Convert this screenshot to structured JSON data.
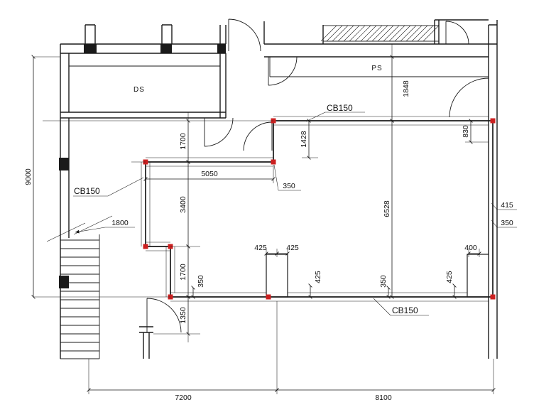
{
  "drawing": {
    "rooms": {
      "ds": "DS",
      "ps": "PS"
    },
    "tags": {
      "top": "CB150",
      "left": "CB150",
      "bottom": "CB150"
    },
    "dims": {
      "overall_height": "9000",
      "upper_right_height": "1848",
      "upper_mid_height": "1428",
      "right_top": "830",
      "left_upper": "1700",
      "partition_width": "5050",
      "offset_350_mid": "350",
      "left_mid": "3400",
      "right_room_height": "6528",
      "right_415": "415",
      "right_350": "350",
      "stair_1800": "1800",
      "col1_425_left": "425",
      "col1_425_right": "425",
      "col1_425_side": "425",
      "col2_425_side": "425",
      "col2_400": "400",
      "left_lower": "1700",
      "offset_350_left": "350",
      "offset_350_mid2": "350",
      "left_bottom": "1350",
      "bay_left": "7200",
      "bay_right": "8100"
    },
    "colors": {
      "ink": "#1a1a1a",
      "red": "#cc2020",
      "paper": "#ffffff"
    }
  }
}
